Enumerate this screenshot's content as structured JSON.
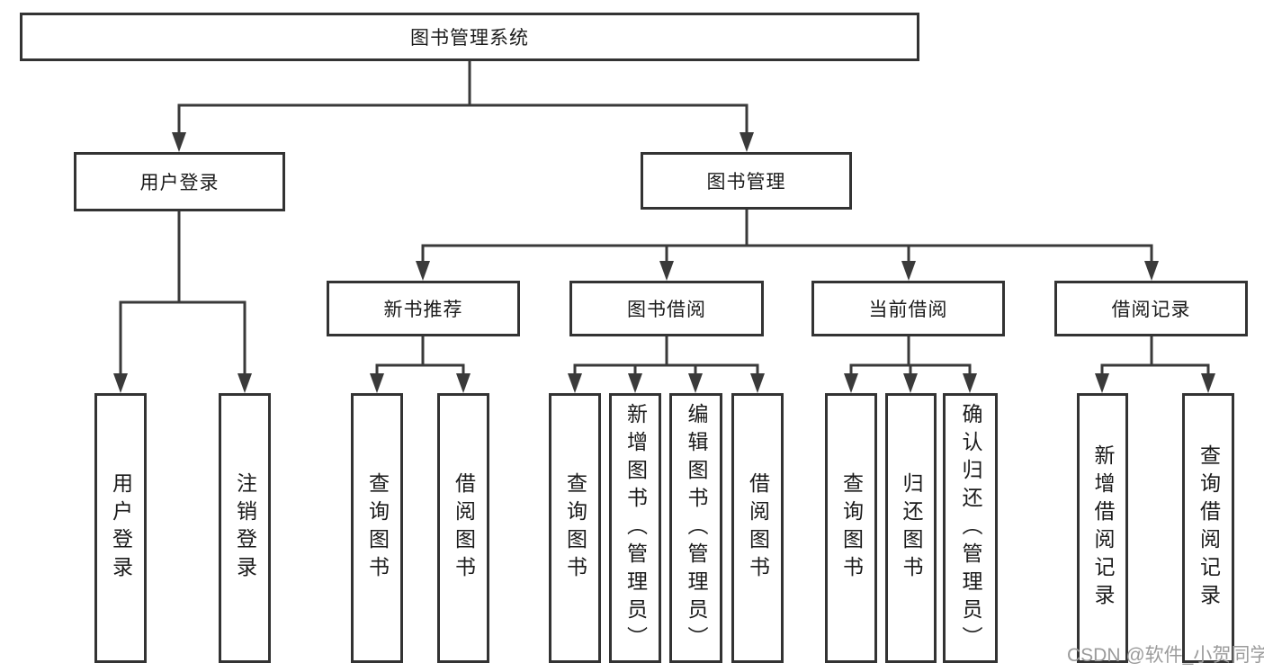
{
  "watermark": "CSDN @软件_小贺同学",
  "colors": {
    "line": "#3a3a3a",
    "box_border": "#333333",
    "text": "#1b1b1b",
    "watermark": "#9b9b9b",
    "background": "#ffffff"
  },
  "tree": {
    "root": "图书管理系统",
    "children": [
      {
        "label": "用户登录",
        "children": [
          {
            "label": "用户登录"
          },
          {
            "label": "注销登录"
          }
        ]
      },
      {
        "label": "图书管理",
        "children": [
          {
            "label": "新书推荐",
            "children": [
              {
                "label": "查询图书"
              },
              {
                "label": "借阅图书"
              }
            ]
          },
          {
            "label": "图书借阅",
            "children": [
              {
                "label": "查询图书"
              },
              {
                "label": "新增图书（管理员）"
              },
              {
                "label": "编辑图书（管理员）"
              },
              {
                "label": "借阅图书"
              }
            ]
          },
          {
            "label": "当前借阅",
            "children": [
              {
                "label": "查询图书"
              },
              {
                "label": "归还图书"
              },
              {
                "label": "确认归还（管理员）"
              }
            ]
          },
          {
            "label": "借阅记录",
            "children": [
              {
                "label": "新增借阅记录"
              },
              {
                "label": "查询借阅记录"
              }
            ]
          }
        ]
      }
    ]
  }
}
